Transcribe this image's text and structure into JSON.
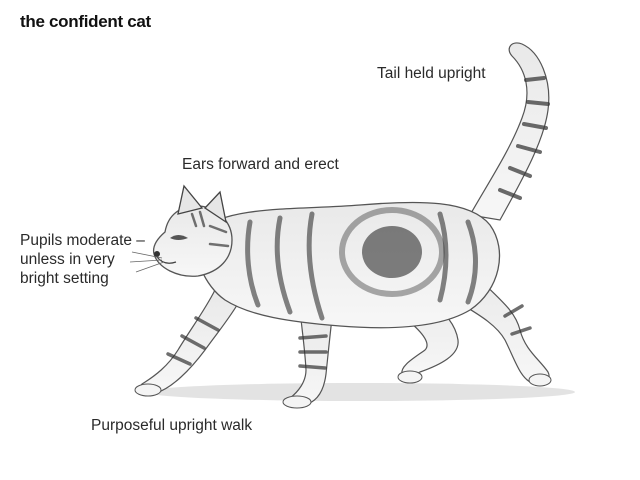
{
  "title": "the confident cat",
  "annotations": {
    "tail": "Tail held upright",
    "ears": "Ears forward and erect",
    "pupils": [
      "Pupils moderate –",
      "unless in very",
      "bright setting"
    ],
    "walk": "Purposeful upright walk"
  }
}
